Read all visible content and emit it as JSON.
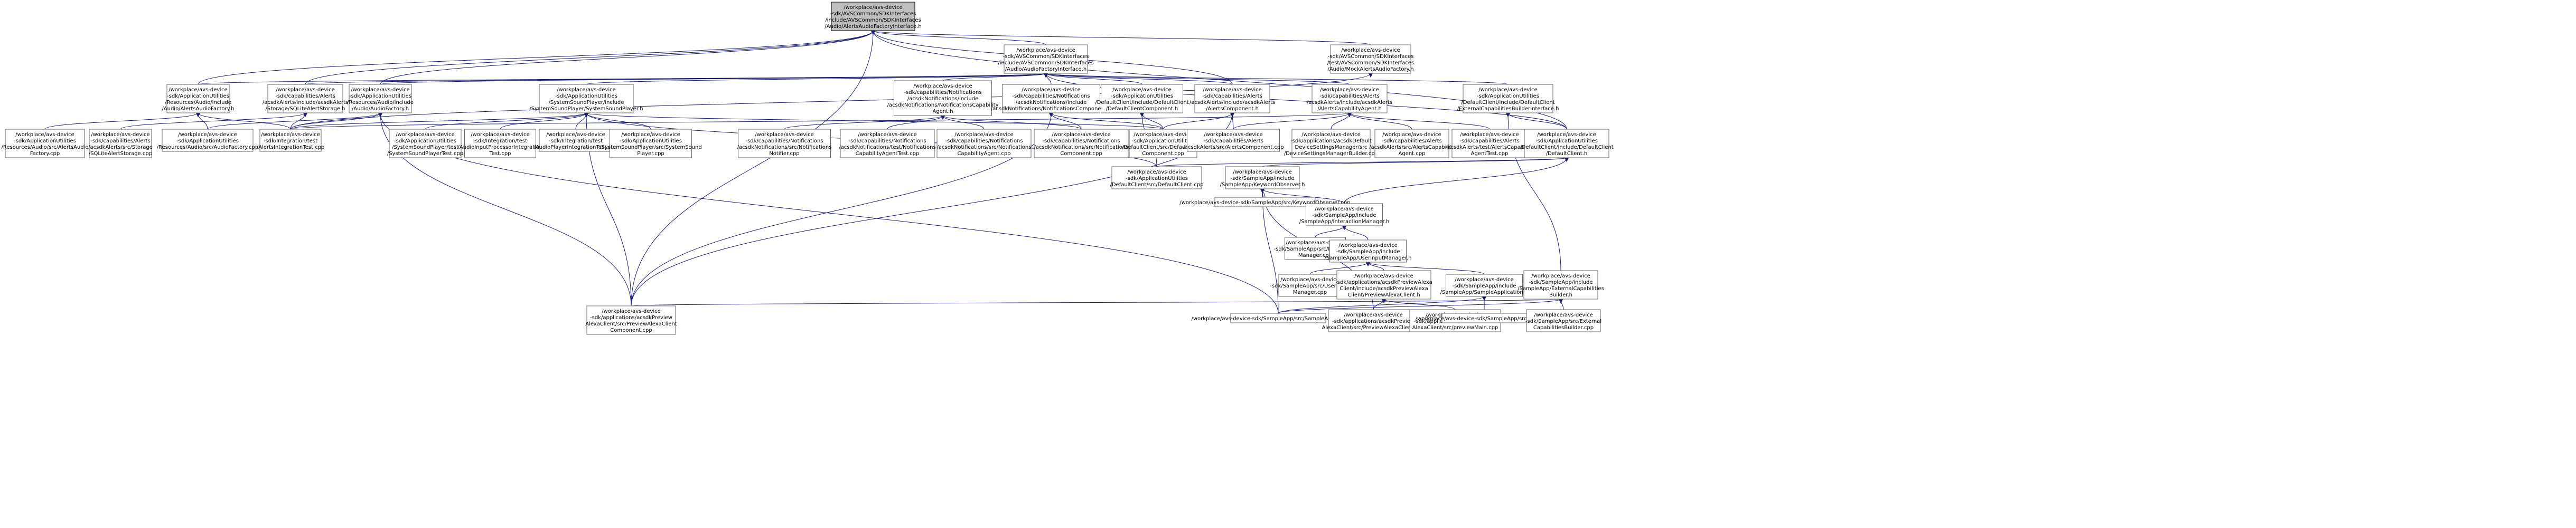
{
  "graph": {
    "title": "/workplace/avs-device-sdk/AVSCommon/SDKInterfaces/include/AVSCommon/SDKInterfaces/Audio/AlertsAudioFactoryInterface.h",
    "colors": {
      "edge": "#191970",
      "root_fill": "#bfbfbf",
      "node_fill": "#ffffff",
      "node_border": "#666666"
    },
    "nodes": [
      {
        "id": "root",
        "lines": [
          "/workplace/avs-device",
          "-sdk/AVSCommon/SDKInterfaces",
          "/include/AVSCommon/SDKInterfaces",
          "/Audio/AlertsAudioFactoryInterface.h"
        ]
      },
      {
        "id": "audio_factory_interface",
        "lines": [
          "/workplace/avs-device",
          "-sdk/AVSCommon/SDKInterfaces",
          "/include/AVSCommon/SDKInterfaces",
          "/Audio/AudioFactoryInterface.h"
        ]
      },
      {
        "id": "mock_alerts_audio_factory",
        "lines": [
          "/workplace/avs-device",
          "-sdk/AVSCommon/SDKInterfaces",
          "/test/AVSCommon/SDKInterfaces",
          "/Audio/MockAlertsAudioFactory.h"
        ]
      },
      {
        "id": "alerts_audio_factory_h",
        "lines": [
          "/workplace/avs-device",
          "-sdk/ApplicationUtilities",
          "/Resources/Audio/include",
          "/Audio/AlertsAudioFactory.h"
        ]
      },
      {
        "id": "sqlite_alert_storage_h",
        "lines": [
          "/workplace/avs-device",
          "-sdk/capabilities/Alerts",
          "/acsdkAlerts/include/acsdkAlerts",
          "/Storage/SQLiteAlertStorage.h"
        ]
      },
      {
        "id": "audio_factory_h",
        "lines": [
          "/workplace/avs-device",
          "-sdk/ApplicationUtilities",
          "/Resources/Audio/include",
          "/Audio/AudioFactory.h"
        ]
      },
      {
        "id": "system_sound_player_h",
        "lines": [
          "/workplace/avs-device",
          "-sdk/ApplicationUtilities",
          "/SystemSoundPlayer/include",
          "/SystemSoundPlayer/SystemSoundPlayer.h"
        ]
      },
      {
        "id": "notifications_capability_agent_h",
        "lines": [
          "/workplace/avs-device",
          "-sdk/capabilities/Notifications",
          "/acsdkNotifications/include",
          "/acsdkNotifications/NotificationsCapability",
          "Agent.h"
        ]
      },
      {
        "id": "notifications_component_h",
        "lines": [
          "/workplace/avs-device",
          "-sdk/capabilities/Notifications",
          "/acsdkNotifications/include",
          "/acsdkNotifications/NotificationsComponent.h"
        ]
      },
      {
        "id": "default_client_component_h",
        "lines": [
          "/workplace/avs-device",
          "-sdk/ApplicationUtilities",
          "/DefaultClient/include/DefaultClient",
          "/DefaultClientComponent.h"
        ]
      },
      {
        "id": "alerts_component_h",
        "lines": [
          "/workplace/avs-device",
          "-sdk/capabilities/Alerts",
          "/acsdkAlerts/include/acsdkAlerts",
          "/AlertsComponent.h"
        ]
      },
      {
        "id": "alerts_capability_agent_h",
        "lines": [
          "/workplace/avs-device",
          "-sdk/capabilities/Alerts",
          "/acsdkAlerts/include/acsdkAlerts",
          "/AlertsCapabilityAgent.h"
        ]
      },
      {
        "id": "external_capabilities_builder_interface_h",
        "lines": [
          "/workplace/avs-device",
          "-sdk/ApplicationUtilities",
          "/DefaultClient/include/DefaultClient",
          "/ExternalCapabilitiesBuilderInterface.h"
        ]
      },
      {
        "id": "alerts_audio_factory_cpp",
        "lines": [
          "/workplace/avs-device",
          "-sdk/ApplicationUtilities",
          "/Resources/Audio/src/AlertsAudio",
          "Factory.cpp"
        ]
      },
      {
        "id": "sqlite_alert_storage_cpp",
        "lines": [
          "/workplace/avs-device",
          "-sdk/capabilities/Alerts",
          "/acsdkAlerts/src/Storage",
          "/SQLiteAlertStorage.cpp"
        ]
      },
      {
        "id": "audio_factory_cpp",
        "lines": [
          "/workplace/avs-device",
          "-sdk/ApplicationUtilities",
          "/Resources/Audio/src/AudioFactory.cpp"
        ]
      },
      {
        "id": "alerts_integration_test_cpp",
        "lines": [
          "/workplace/avs-device",
          "-sdk/Integration/test",
          "/AlertsIntegrationTest.cpp"
        ]
      },
      {
        "id": "system_sound_player_test_cpp",
        "lines": [
          "/workplace/avs-device",
          "-sdk/ApplicationUtilities",
          "/SystemSoundPlayer/test",
          "/SystemSoundPlayerTest.cpp"
        ]
      },
      {
        "id": "audio_input_processor_integration_test_cpp",
        "lines": [
          "/workplace/avs-device",
          "-sdk/Integration/test",
          "/AudioInputProcessorIntegration",
          "Test.cpp"
        ]
      },
      {
        "id": "audio_player_integration_test_cpp",
        "lines": [
          "/workplace/avs-device",
          "-sdk/Integration/test",
          "/AudioPlayerIntegrationTest.cpp"
        ]
      },
      {
        "id": "system_sound_player_cpp",
        "lines": [
          "/workplace/avs-device",
          "-sdk/ApplicationUtilities",
          "/SystemSoundPlayer/src/SystemSound",
          "Player.cpp"
        ]
      },
      {
        "id": "notifications_notifier_cpp",
        "lines": [
          "/workplace/avs-device",
          "-sdk/capabilities/Notifications",
          "/acsdkNotifications/src/Notifications",
          "Notifier.cpp"
        ]
      },
      {
        "id": "notifications_capability_agent_test_cpp",
        "lines": [
          "/workplace/avs-device",
          "-sdk/capabilities/Notifications",
          "/acsdkNotifications/test/Notifications",
          "CapabilityAgentTest.cpp"
        ]
      },
      {
        "id": "notifications_capability_agent_cpp",
        "lines": [
          "/workplace/avs-device",
          "-sdk/capabilities/Notifications",
          "/acsdkNotifications/src/Notifications",
          "CapabilityAgent.cpp"
        ]
      },
      {
        "id": "notifications_component_cpp",
        "lines": [
          "/workplace/avs-device",
          "-sdk/capabilities/Notifications",
          "/acsdkNotifications/src/Notifications",
          "Component.cpp"
        ]
      },
      {
        "id": "default_client_component_cpp",
        "lines": [
          "/workplace/avs-device",
          "-sdk/ApplicationUtilities",
          "/DefaultClient/src/DefaultClient",
          "Component.cpp"
        ]
      },
      {
        "id": "alerts_component_cpp",
        "lines": [
          "/workplace/avs-device",
          "-sdk/capabilities/Alerts",
          "/acsdkAlerts/src/AlertsComponent.cpp"
        ]
      },
      {
        "id": "device_setting_manager_builder_cpp",
        "lines": [
          "/workplace/avs-device",
          "-sdk/applications/acsdkDefault",
          "DeviceSettingsManager/src",
          "/DeviceSettingsManagerBuilder.cpp"
        ]
      },
      {
        "id": "alerts_capability_agent_cpp",
        "lines": [
          "/workplace/avs-device",
          "-sdk/capabilities/Alerts",
          "/acsdkAlerts/src/AlertsCapability",
          "Agent.cpp"
        ]
      },
      {
        "id": "alerts_capability_agent_test_cpp",
        "lines": [
          "/workplace/avs-device",
          "-sdk/capabilities/Alerts",
          "/acsdkAlerts/test/AlertsCapability",
          "AgentTest.cpp"
        ]
      },
      {
        "id": "default_client_h",
        "lines": [
          "/workplace/avs-device",
          "-sdk/ApplicationUtilities",
          "/DefaultClient/include/DefaultClient",
          "/DefaultClient.h"
        ]
      },
      {
        "id": "default_client_cpp",
        "lines": [
          "/workplace/avs-device",
          "-sdk/ApplicationUtilities",
          "/DefaultClient/src/DefaultClient.cpp"
        ]
      },
      {
        "id": "keyword_observer_h",
        "lines": [
          "/workplace/avs-device",
          "-sdk/SampleApp/include",
          "/SampleApp/KeywordObserver.h"
        ]
      },
      {
        "id": "keyword_observer_cpp",
        "lines": [
          "/workplace/avs-device-sdk/SampleApp/src/KeywordObserver.cpp"
        ]
      },
      {
        "id": "interaction_manager_h",
        "lines": [
          "/workplace/avs-device",
          "-sdk/SampleApp/include",
          "/SampleApp/InteractionManager.h"
        ]
      },
      {
        "id": "interaction_manager_cpp",
        "lines": [
          "/workplace/avs-device",
          "-sdk/SampleApp/src/Interaction",
          "Manager.cpp"
        ]
      },
      {
        "id": "user_input_manager_h",
        "lines": [
          "/workplace/avs-device",
          "-sdk/SampleApp/include",
          "/SampleApp/UserInputManager.h"
        ]
      },
      {
        "id": "user_input_manager_cpp",
        "lines": [
          "/workplace/avs-device",
          "-sdk/SampleApp/src/UserInput",
          "Manager.cpp"
        ]
      },
      {
        "id": "preview_alexa_client_h",
        "lines": [
          "/workplace/avs-device",
          "-sdk/applications/acsdkPreviewAlexa",
          "Client/include/acsdkPreviewAlexa",
          "Client/PreviewAlexaClient.h"
        ]
      },
      {
        "id": "sample_application_h",
        "lines": [
          "/workplace/avs-device",
          "-sdk/SampleApp/include",
          "/SampleApp/SampleApplication.h"
        ]
      },
      {
        "id": "external_capabilities_builder_h",
        "lines": [
          "/workplace/avs-device",
          "-sdk/SampleApp/include",
          "/SampleApp/ExternalCapabilities",
          "Builder.h"
        ]
      },
      {
        "id": "preview_alexa_client_component_cpp",
        "lines": [
          "/workplace/avs-device",
          "-sdk/applications/acsdkPreview",
          "AlexaClient/src/PreviewAlexaClient",
          "Component.cpp"
        ]
      },
      {
        "id": "sample_application_cpp",
        "lines": [
          "/workplace/avs-device-sdk/SampleApp/src/SampleApplication.cpp"
        ]
      },
      {
        "id": "preview_alexa_client_cpp",
        "lines": [
          "/workplace/avs-device",
          "-sdk/applications/acsdkPreview",
          "AlexaClient/src/PreviewAlexaClient.cpp"
        ]
      },
      {
        "id": "preview_main_cpp",
        "lines": [
          "/workplace/avs-device",
          "-sdk/applications/acsdkPreview",
          "AlexaClient/src/previewMain.cpp"
        ]
      },
      {
        "id": "sample_app_main_cpp",
        "lines": [
          "/workplace/avs-device-sdk/SampleApp/src/main.cpp"
        ]
      },
      {
        "id": "external_capabilities_builder_cpp",
        "lines": [
          "/workplace/avs-device",
          "-sdk/SampleApp/src/External",
          "CapabilitiesBuilder.cpp"
        ]
      }
    ],
    "edges": [
      [
        "audio_factory_interface",
        "root"
      ],
      [
        "mock_alerts_audio_factory",
        "root"
      ],
      [
        "alerts_audio_factory_h",
        "root"
      ],
      [
        "sqlite_alert_storage_h",
        "root"
      ],
      [
        "audio_factory_h",
        "root"
      ],
      [
        "alerts_component_h",
        "root"
      ],
      [
        "default_client_h",
        "root"
      ],
      [
        "preview_alexa_client_component_cpp",
        "root"
      ],
      [
        "alerts_audio_factory_h",
        "audio_factory_interface"
      ],
      [
        "sqlite_alert_storage_h",
        "audio_factory_interface"
      ],
      [
        "audio_factory_h",
        "audio_factory_interface"
      ],
      [
        "system_sound_player_h",
        "audio_factory_interface"
      ],
      [
        "notifications_capability_agent_h",
        "audio_factory_interface"
      ],
      [
        "notifications_component_h",
        "audio_factory_interface"
      ],
      [
        "default_client_component_h",
        "audio_factory_interface"
      ],
      [
        "alerts_component_h",
        "audio_factory_interface"
      ],
      [
        "alerts_capability_agent_h",
        "audio_factory_interface"
      ],
      [
        "external_capabilities_builder_interface_h",
        "audio_factory_interface"
      ],
      [
        "default_client_h",
        "audio_factory_interface"
      ],
      [
        "alerts_integration_test_cpp",
        "mock_alerts_audio_factory"
      ],
      [
        "alerts_audio_factory_cpp",
        "alerts_audio_factory_h"
      ],
      [
        "audio_factory_cpp",
        "alerts_audio_factory_h"
      ],
      [
        "alerts_integration_test_cpp",
        "alerts_audio_factory_h"
      ],
      [
        "sqlite_alert_storage_cpp",
        "sqlite_alert_storage_h"
      ],
      [
        "alerts_integration_test_cpp",
        "sqlite_alert_storage_h"
      ],
      [
        "audio_factory_cpp",
        "audio_factory_h"
      ],
      [
        "alerts_integration_test_cpp",
        "audio_factory_h"
      ],
      [
        "preview_alexa_client_component_cpp",
        "audio_factory_h"
      ],
      [
        "sample_application_cpp",
        "audio_factory_h"
      ],
      [
        "alerts_integration_test_cpp",
        "system_sound_player_h"
      ],
      [
        "system_sound_player_test_cpp",
        "system_sound_player_h"
      ],
      [
        "audio_input_processor_integration_test_cpp",
        "system_sound_player_h"
      ],
      [
        "audio_player_integration_test_cpp",
        "system_sound_player_h"
      ],
      [
        "system_sound_player_cpp",
        "system_sound_player_h"
      ],
      [
        "default_client_component_cpp",
        "system_sound_player_h"
      ],
      [
        "default_client_cpp",
        "system_sound_player_h"
      ],
      [
        "preview_alexa_client_component_cpp",
        "system_sound_player_h"
      ],
      [
        "notifications_notifier_cpp",
        "notifications_capability_agent_h"
      ],
      [
        "notifications_capability_agent_test_cpp",
        "notifications_capability_agent_h"
      ],
      [
        "notifications_capability_agent_cpp",
        "notifications_capability_agent_h"
      ],
      [
        "notifications_component_cpp",
        "notifications_capability_agent_h"
      ],
      [
        "notifications_component_cpp",
        "notifications_component_h"
      ],
      [
        "default_client_component_cpp",
        "notifications_component_h"
      ],
      [
        "preview_alexa_client_component_cpp",
        "notifications_component_h"
      ],
      [
        "default_client_component_cpp",
        "default_client_component_h"
      ],
      [
        "default_client_cpp",
        "default_client_component_h"
      ],
      [
        "default_client_component_cpp",
        "alerts_component_h"
      ],
      [
        "alerts_component_cpp",
        "alerts_component_h"
      ],
      [
        "preview_alexa_client_component_cpp",
        "alerts_component_h"
      ],
      [
        "alerts_integration_test_cpp",
        "alerts_capability_agent_h"
      ],
      [
        "alerts_component_cpp",
        "alerts_capability_agent_h"
      ],
      [
        "device_setting_manager_builder_cpp",
        "alerts_capability_agent_h"
      ],
      [
        "alerts_capability_agent_cpp",
        "alerts_capability_agent_h"
      ],
      [
        "alerts_capability_agent_test_cpp",
        "alerts_capability_agent_h"
      ],
      [
        "default_client_h",
        "external_capabilities_builder_interface_h"
      ],
      [
        "external_capabilities_builder_h",
        "external_capabilities_builder_interface_h"
      ],
      [
        "default_client_cpp",
        "default_client_h"
      ],
      [
        "keyword_observer_h",
        "default_client_h"
      ],
      [
        "interaction_manager_h",
        "default_client_h"
      ],
      [
        "keyword_observer_cpp",
        "keyword_observer_h"
      ],
      [
        "interaction_manager_h",
        "keyword_observer_h"
      ],
      [
        "sample_application_cpp",
        "keyword_observer_h"
      ],
      [
        "preview_alexa_client_cpp",
        "keyword_observer_h"
      ],
      [
        "interaction_manager_cpp",
        "interaction_manager_h"
      ],
      [
        "user_input_manager_h",
        "interaction_manager_h"
      ],
      [
        "user_input_manager_cpp",
        "user_input_manager_h"
      ],
      [
        "preview_alexa_client_h",
        "user_input_manager_h"
      ],
      [
        "sample_application_h",
        "user_input_manager_h"
      ],
      [
        "preview_alexa_client_cpp",
        "preview_alexa_client_h"
      ],
      [
        "preview_main_cpp",
        "preview_alexa_client_h"
      ],
      [
        "sample_application_cpp",
        "sample_application_h"
      ],
      [
        "sample_app_main_cpp",
        "sample_application_h"
      ],
      [
        "sample_application_cpp",
        "external_capabilities_builder_h"
      ],
      [
        "external_capabilities_builder_cpp",
        "external_capabilities_builder_h"
      ],
      [
        "preview_alexa_client_component_cpp",
        "external_capabilities_builder_h"
      ]
    ]
  }
}
